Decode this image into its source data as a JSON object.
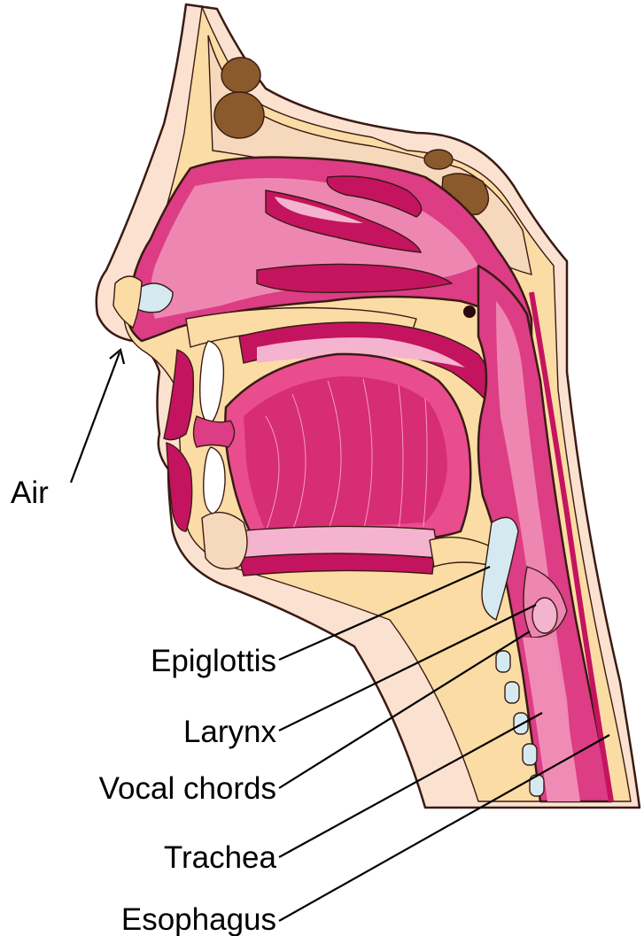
{
  "labels": {
    "air": "Air",
    "epiglottis": "Epiglottis",
    "larynx": "Larynx",
    "vocal_chords": "Vocal chords",
    "trachea": "Trachea",
    "esophagus": "Esophagus"
  },
  "colors": {
    "skin": "#fbe1cf",
    "fat": "#fbdca4",
    "bone": "#f6d9bd",
    "mucosa_dark": "#c4145f",
    "mucosa": "#dc3d85",
    "mucosa_light": "#ee86b2",
    "mucosa_pale": "#f4b3cf",
    "tongue": "#e94d8e",
    "sinus": "#8a5a2c",
    "cartilage": "#d4eaf0",
    "tooth": "#ffffff",
    "outline": "#3a1a14",
    "text": "#000000"
  }
}
